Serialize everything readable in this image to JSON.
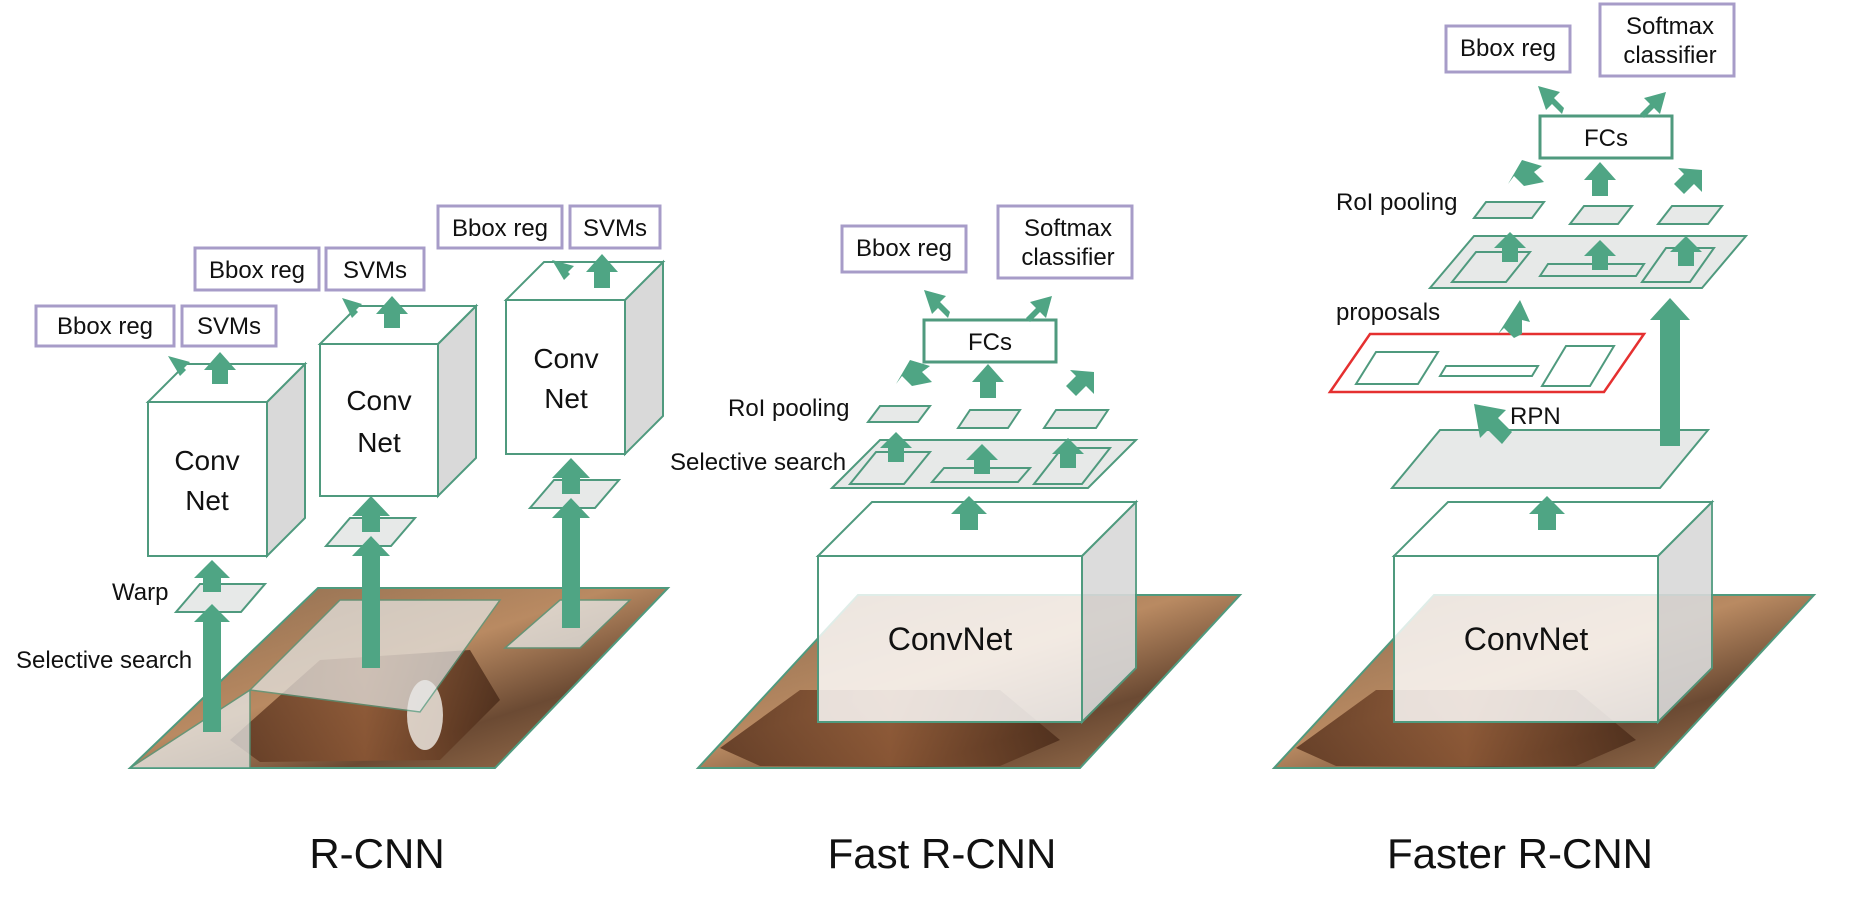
{
  "colors": {
    "arrow": "#4fa584",
    "box_outline": "#4f9a7e",
    "purple": "#a79cc8",
    "region_fill": "#e7e9e8",
    "proposals_red": "#e53030",
    "cube_side": "#d9d9d9"
  },
  "rcnn": {
    "title": "R-CNN",
    "selective_search_label": "Selective search",
    "warp_label": "Warp",
    "nets": [
      {
        "line1": "Conv",
        "line2": "Net",
        "bbox_label": "Bbox reg",
        "svm_label": "SVMs"
      },
      {
        "line1": "Conv",
        "line2": "Net",
        "bbox_label": "Bbox reg",
        "svm_label": "SVMs"
      },
      {
        "line1": "Conv",
        "line2": "Net",
        "bbox_label": "Bbox reg",
        "svm_label": "SVMs"
      }
    ]
  },
  "fast": {
    "title": "Fast R-CNN",
    "convnet_label": "ConvNet",
    "selective_search_label": "Selective search",
    "roi_pooling_label": "RoI pooling",
    "fcs_label": "FCs",
    "bbox_label": "Bbox reg",
    "softmax_line1": "Softmax",
    "softmax_line2": "classifier"
  },
  "faster": {
    "title": "Faster R-CNN",
    "convnet_label": "ConvNet",
    "rpn_label": "RPN",
    "proposals_label": "proposals",
    "roi_pooling_label": "RoI pooling",
    "fcs_label": "FCs",
    "bbox_label": "Bbox reg",
    "softmax_line1": "Softmax",
    "softmax_line2": "classifier"
  }
}
